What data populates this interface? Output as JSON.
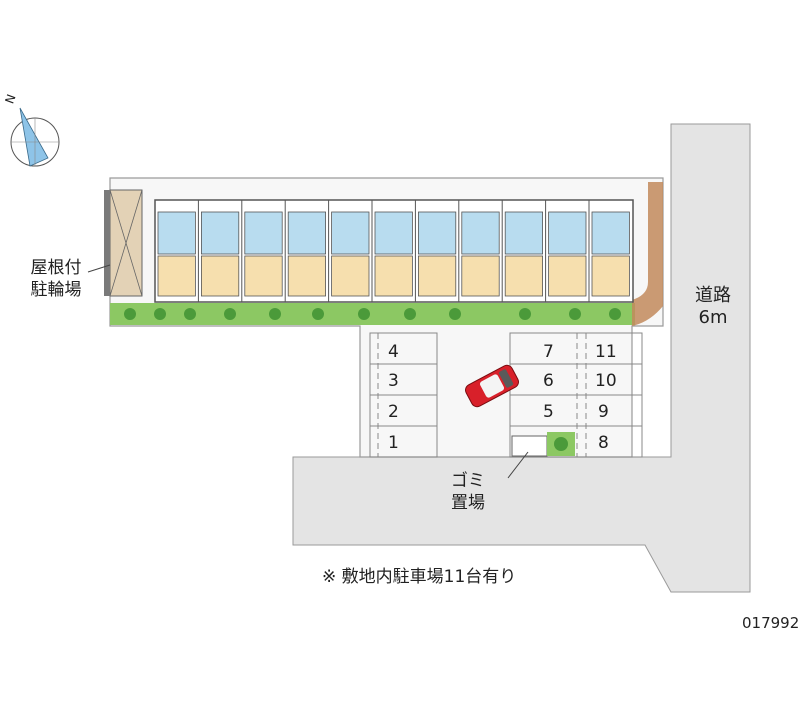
{
  "compass": {
    "north_letter": "N",
    "icon": "compass-rose-icon"
  },
  "labels": {
    "bike_parking_line1": "屋根付",
    "bike_parking_line2": "駐輪場",
    "road_line1": "道路",
    "road_line2": "6m",
    "garbage_line1": "ゴミ",
    "garbage_line2": "置場",
    "parking_note": "※ 敷地内駐車場11台有り",
    "property_code": "017992"
  },
  "parking_stalls": {
    "left_column": [
      "4",
      "3",
      "2",
      "1"
    ],
    "middle_column": [
      "7",
      "6",
      "5"
    ],
    "right_column": [
      "11",
      "10",
      "9",
      "8"
    ]
  },
  "colors": {
    "road": "#e4e4e4",
    "lot": "#f7f7f7",
    "unit_room": "#f6dfae",
    "unit_bath": "#b8dcef",
    "greenery": "#8cc863",
    "tree": "#4b9a3a",
    "car": "#d8202a",
    "brick": "#c28a5c"
  }
}
